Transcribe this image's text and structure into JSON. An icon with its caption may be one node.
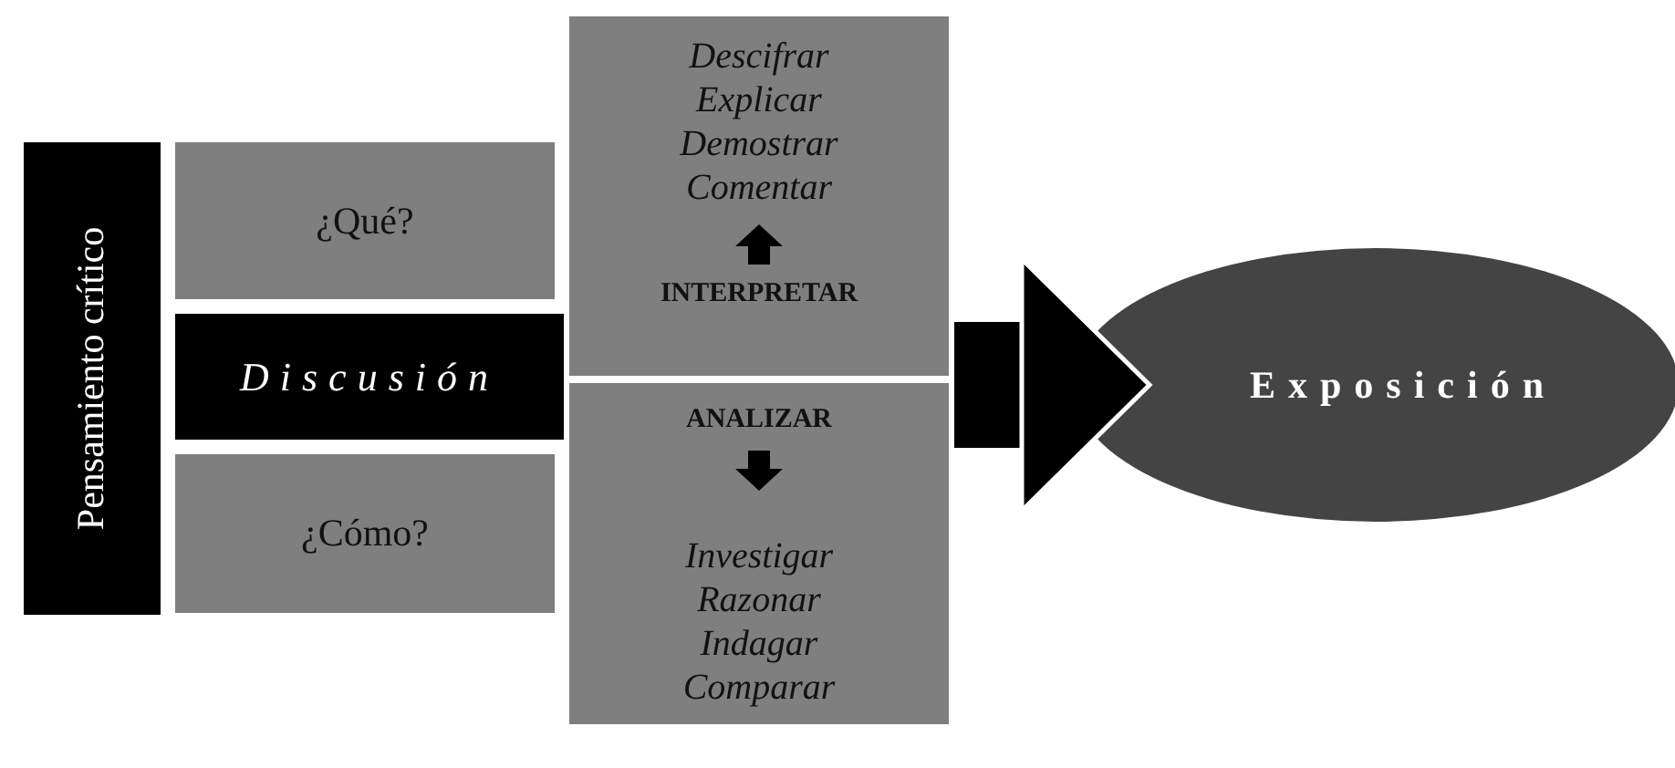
{
  "diagram": {
    "nodes": [
      {
        "text": [
          "Pensamiento crítico"
        ]
      },
      {
        "text": [
          "¿Qué?"
        ]
      },
      {
        "text": [
          "Discusión"
        ]
      },
      {
        "text": [
          "¿Cómo?"
        ]
      },
      {
        "text": [
          "Descifrar Explicar Demostrar Comentar",
          "INTERPRETAR"
        ]
      },
      {
        "text": [
          "ANALIZAR",
          "Investigar Razonar Indagar Comparar"
        ]
      },
      {
        "text": [
          "Exposición"
        ]
      }
    ],
    "edges": [
      {
        "from": 4,
        "to": 6,
        "arrow": "to"
      },
      {
        "from": 5,
        "to": 6,
        "arrow": "to"
      }
    ]
  }
}
